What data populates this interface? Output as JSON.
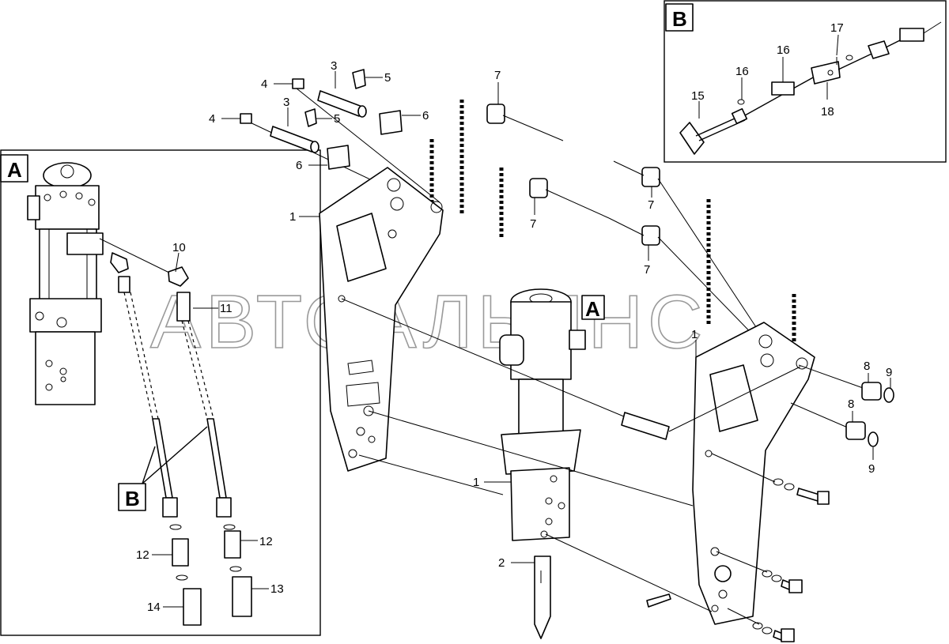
{
  "watermark": "АВТОАЛЬЯНС",
  "detail_labels": {
    "A": "A",
    "B": "B"
  },
  "callouts": {
    "c1": "1",
    "c2": "2",
    "c3": "3",
    "c4": "4",
    "c5": "5",
    "c6": "6",
    "c7": "7",
    "c8": "8",
    "c9": "9",
    "c10": "10",
    "c11": "11",
    "c12": "12",
    "c13": "13",
    "c14": "14",
    "c15": "15",
    "c16": "16",
    "c17": "17",
    "c18": "18"
  }
}
